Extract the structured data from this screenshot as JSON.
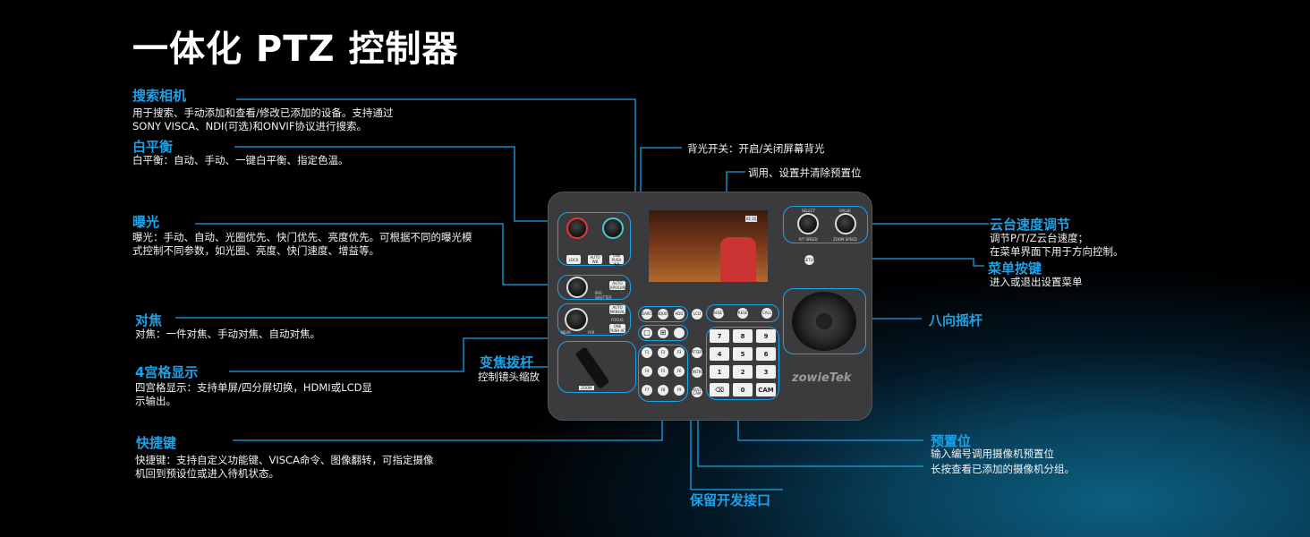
{
  "title": "一体化 PTZ 控制器",
  "callouts": {
    "search": {
      "heading": "搜索相机",
      "desc": [
        "用于搜索、手动添加和查看/修改已添加的设备。支持通过",
        "SONY VISCA、NDI(可选)和ONVIF协议进行搜索。"
      ]
    },
    "wb": {
      "heading": "白平衡",
      "desc": [
        "白平衡：自动、手动、一键白平衡、指定色温。"
      ]
    },
    "exposure": {
      "heading": "曝光",
      "desc": [
        "曝光：手动、自动、光圈优先、快门优先、亮度优先。可根据不同的曝光模",
        "式控制不同参数，如光圈、亮度、快门速度、增益等。"
      ]
    },
    "focus": {
      "heading": "对焦",
      "desc": [
        "对焦：一件对焦、手动对焦、自动对焦。"
      ]
    },
    "grid": {
      "heading": "4宫格显示",
      "desc": [
        "四宫格显示：支持单屏/四分屏切换，HDMI或LCD显",
        "示输出。"
      ]
    },
    "zoom": {
      "heading": "变焦拨杆",
      "desc": [
        "控制镜头缩放"
      ]
    },
    "shortcut": {
      "heading": "快捷键",
      "desc": [
        "快捷键：支持自定义功能键、VISCA命令、图像翻转，可指定摄像",
        "机回到预设位或进入待机状态。"
      ]
    },
    "backlight": {
      "desc": "背光开关：开启/关闭屏幕背光"
    },
    "presetops": {
      "desc": "调用、设置并清除预置位"
    },
    "speed": {
      "heading": "云台速度调节",
      "desc": [
        "调节P/T/Z云台速度；",
        "在菜单界面下用于方向控制。"
      ]
    },
    "menu": {
      "heading": "菜单按键",
      "desc": [
        "进入或退出设置菜单"
      ]
    },
    "joystick": {
      "heading": "八向摇杆"
    },
    "preset": {
      "heading": "预置位",
      "desc": [
        "输入编号调用摄像机预置位",
        "长按查看已添加的摄像机分组。"
      ]
    },
    "reserved": {
      "heading": "保留开发接口"
    }
  },
  "device": {
    "brand": "zowieTek",
    "wb_buttons": [
      "LOCK",
      "AUTO WB",
      "ONE PUSH WB"
    ],
    "exposure_button": "AUTO EXPOSURE",
    "iris": "IRIS",
    "shutter": "SHUTTER",
    "focus_buttons": [
      "AUTO MANUAL",
      "ONE PUSH AF"
    ],
    "focus_label": "FOCUS",
    "near": "NEAR",
    "far": "FAR",
    "zoom_label": "ZOOM",
    "search_buttons": [
      "SEARCH",
      "INQUIRY",
      "ADD"
    ],
    "lcd_button": "LCD",
    "grid_buttons": [
      "□",
      "⊞",
      ""
    ],
    "function_keys": [
      "F1",
      "F2",
      "F3",
      "F4",
      "F5",
      "F6",
      "F7",
      "F8",
      "F9"
    ],
    "side_buttons": [
      "PATTERN",
      "CONTROL",
      "MULTI CAM"
    ],
    "preset_buttons": [
      "RESET",
      "PRESET",
      "CALL"
    ],
    "keypad": [
      "7",
      "8",
      "9",
      "4",
      "5",
      "6",
      "1",
      "2",
      "3",
      "⌫",
      "0",
      "CAM"
    ],
    "select": "SELECT",
    "value": "VALUE",
    "pt_speed": "P/T SPEED",
    "zoom_speed": "ZOOM SPEED",
    "setup": "SETUP",
    "screen_badge": "01 25"
  },
  "colors": {
    "accent": "#1aa3e8",
    "device": "#3b3b3d"
  }
}
